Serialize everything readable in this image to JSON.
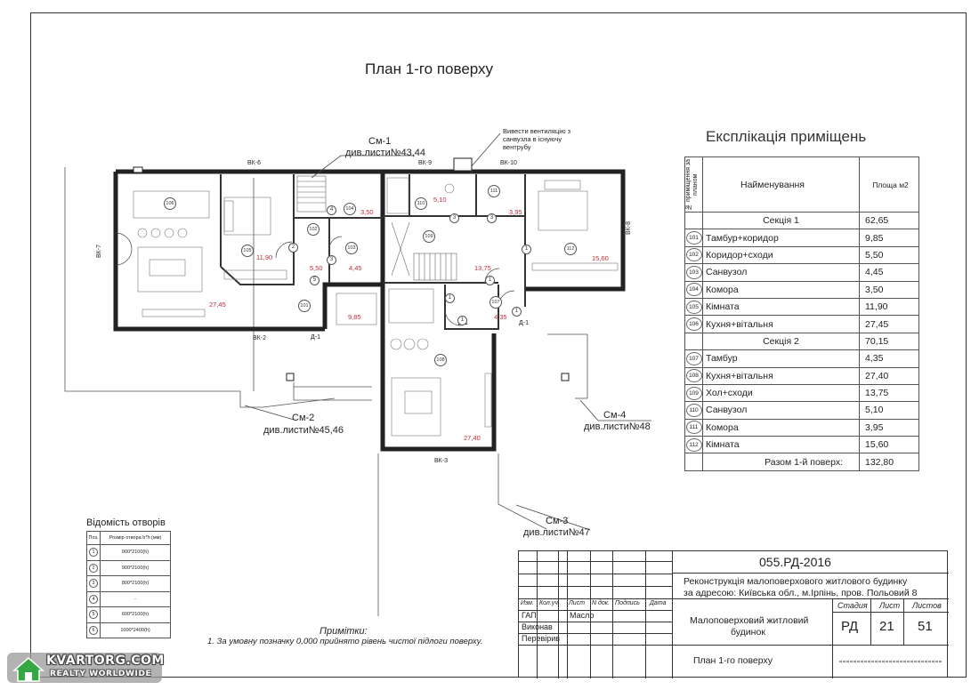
{
  "plan": {
    "title": "План 1-го поверху",
    "notes": {
      "ventilation": [
        "Вивести вентиляцію з",
        "санвузла в існуючу",
        "вентрубу"
      ]
    },
    "sections": [
      {
        "id": "sm1",
        "label": "См-1",
        "ref": "див.листи№43,44"
      },
      {
        "id": "sm2",
        "label": "См-2",
        "ref": "див.листи№45,46"
      },
      {
        "id": "sm3",
        "label": "См-3",
        "ref": "див.листи№47"
      },
      {
        "id": "sm4",
        "label": "См-4",
        "ref": "див.листи№48"
      }
    ],
    "vent_ducts": [
      "ВК-6",
      "ВК-9",
      "ВК-10",
      "ВК-7",
      "ВК-8",
      "ВК-2",
      "ВК-3"
    ],
    "doors_ext": [
      "Д-1",
      "Д-1",
      "Д-1"
    ],
    "room_numbers": [
      "106",
      "105",
      "102",
      "104",
      "103",
      "101",
      "110",
      "111",
      "109",
      "112",
      "107",
      "108"
    ],
    "room_areas": [
      "27,45",
      "11,90",
      "5,50",
      "3,50",
      "4,45",
      "9,85",
      "5,10",
      "3,95",
      "13,75",
      "15,60",
      "4,35",
      "27,40"
    ],
    "door_numbers": [
      "2",
      "4",
      "3",
      "5",
      "3",
      "3",
      "1",
      "1",
      "1",
      "1",
      "1"
    ]
  },
  "explication": {
    "title": "Експлікація приміщень",
    "col_no": "№ приміщення за планом",
    "col_name": "Найменування",
    "col_area": "Площа м2",
    "sections": [
      {
        "label": "Секція 1",
        "area": "62,65",
        "rooms": [
          {
            "no": "101",
            "name": "Тамбур+коридор",
            "area": "9,85"
          },
          {
            "no": "102",
            "name": "Коридор+сходи",
            "area": "5,50"
          },
          {
            "no": "103",
            "name": "Санвузол",
            "area": "4,45"
          },
          {
            "no": "104",
            "name": "Комора",
            "area": "3,50"
          },
          {
            "no": "105",
            "name": "Кімната",
            "area": "11,90"
          },
          {
            "no": "106",
            "name": "Кухня+вітальня",
            "area": "27,45"
          }
        ]
      },
      {
        "label": "Секція 2",
        "area": "70,15",
        "rooms": [
          {
            "no": "107",
            "name": "Тамбур",
            "area": "4,35"
          },
          {
            "no": "108",
            "name": "Кухня+вітальня",
            "area": "27,40"
          },
          {
            "no": "109",
            "name": "Хол+сходи",
            "area": "13,75"
          },
          {
            "no": "110",
            "name": "Санвузол",
            "area": "5,10"
          },
          {
            "no": "111",
            "name": "Комора",
            "area": "3,95"
          },
          {
            "no": "112",
            "name": "Кімната",
            "area": "15,60"
          }
        ]
      }
    ],
    "total_label": "Разом 1-й поверх:",
    "total_area": "132,80"
  },
  "openings": {
    "title": "Відомість отворів",
    "col_pos": "Поз.",
    "col_size": "Розмір отвора b*h (мм)",
    "rows": [
      {
        "pos": "1",
        "size": "900*2100(h)"
      },
      {
        "pos": "2",
        "size": "900*2100(h)"
      },
      {
        "pos": "3",
        "size": "800*2100(h)"
      },
      {
        "pos": "4",
        "size": "-"
      },
      {
        "pos": "5",
        "size": "600*2100(h)"
      },
      {
        "pos": "6",
        "size": "1000*2400(h)"
      }
    ]
  },
  "notes": {
    "title": "Примітки:",
    "text": "1. За умовну позначку 0,000 прийнято рівень чистої підлоги поверху."
  },
  "title_block": {
    "code": "055.РД-2016",
    "project_line1": "Реконструкція малоповерхового житлового будинку",
    "project_line2": "за адресою: Київська обл., м.Ірпінь, пров. Польовий 8",
    "headers": [
      "Изм.",
      "Кол.уч.",
      "Лист",
      "N док.",
      "Подпись",
      "Дата"
    ],
    "roles": [
      {
        "role": "ГАП",
        "name": "Масло"
      },
      {
        "role": "Виконав",
        "name": ""
      },
      {
        "role": "Перевірив",
        "name": ""
      }
    ],
    "object_line1": "Малоповерховий житловий",
    "object_line2": "будинок",
    "stage_label": "Стадия",
    "sheet_label": "Лист",
    "sheets_label": "Листов",
    "stage": "РД",
    "sheet": "21",
    "sheets": "51",
    "sheet_title": "План 1-го поверху"
  },
  "watermark": {
    "main": "KVARTORG.COM",
    "sub": "REALTY WORLDWIDE"
  }
}
